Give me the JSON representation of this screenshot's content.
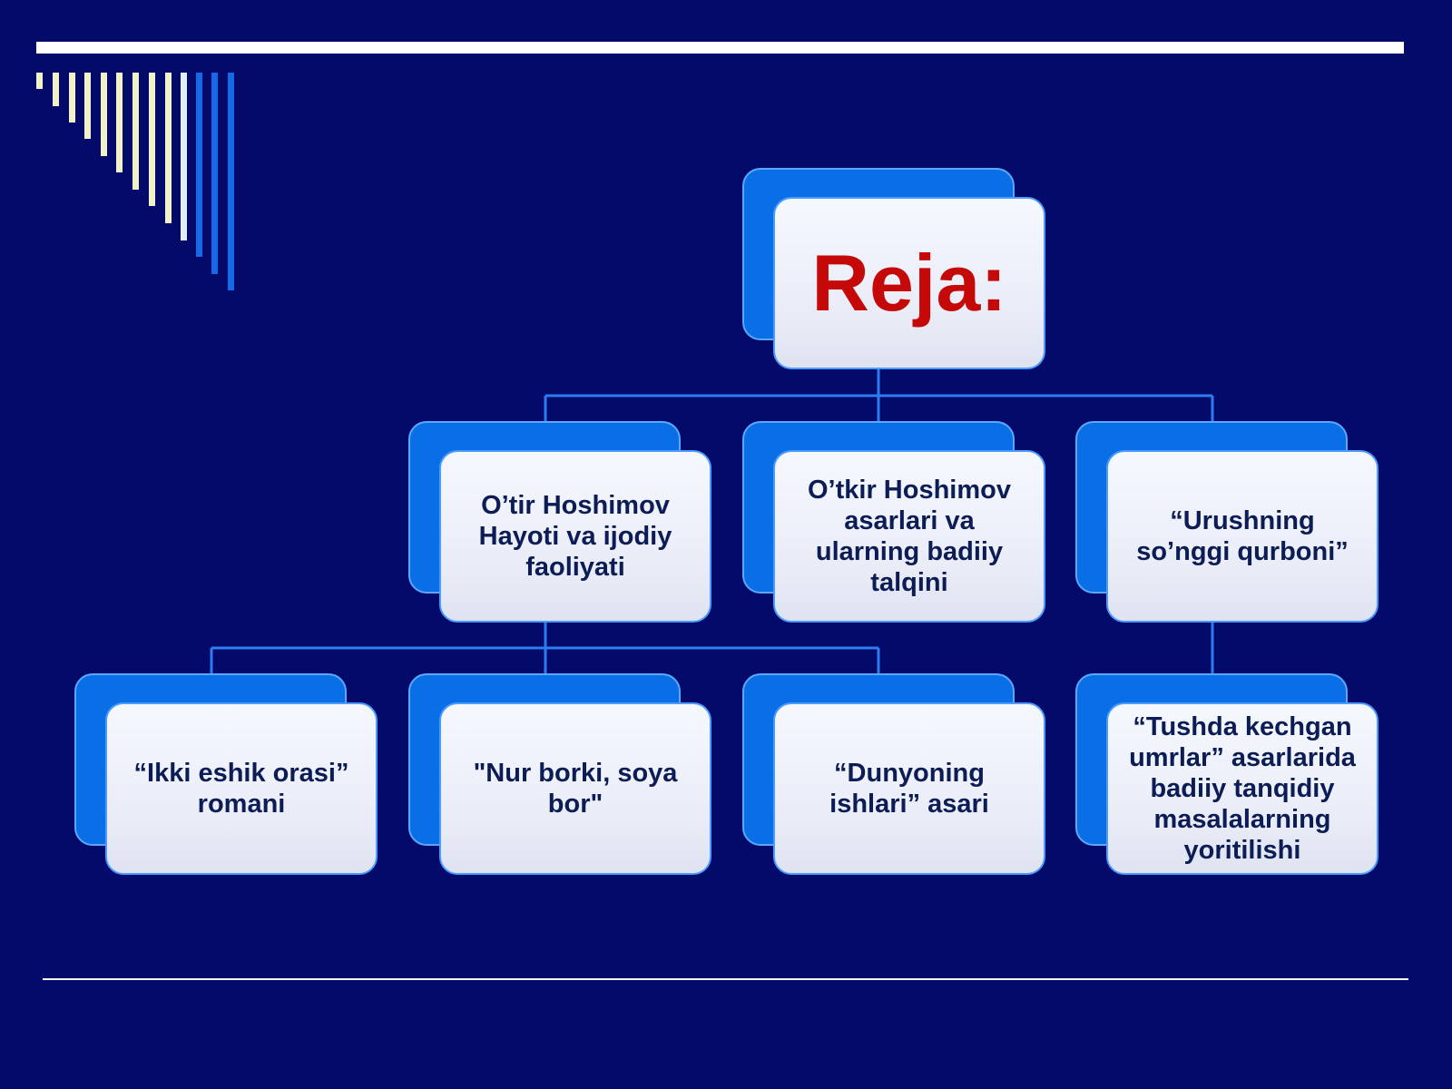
{
  "colors": {
    "background": "#030a6a",
    "card_back": "#0a6fe6",
    "card_front": "#eef1fb",
    "card_border": "#4a9cff",
    "connector": "#2d7cf0",
    "root_text": "#c50808",
    "node_text": "#0c1c55",
    "stripe_light": "#f3f1c8",
    "stripe_blue": "#1769e8"
  },
  "diagram": {
    "root": {
      "label": "Reja:"
    },
    "level1": [
      {
        "label": "O’tir Hoshimov\nHayoti va ijodiy\nfaoliyati"
      },
      {
        "label": "O’tkir Hoshimov\nasarlari va\nularning badiiy\ntalqini"
      },
      {
        "label": "“Urushning\nso’nggi qurboni”"
      }
    ],
    "level2": [
      {
        "label": "“Ikki eshik  orasi”\nromani"
      },
      {
        "label": "\"Nur borki, soya\nbor\""
      },
      {
        "label": "“Dunyoning\nishlari” asari"
      },
      {
        "label": "“Tushda kechgan\numrlar” asarlarida\nbadiiy tanqidiy\nmasalalarning\nyoritilishi"
      }
    ]
  }
}
